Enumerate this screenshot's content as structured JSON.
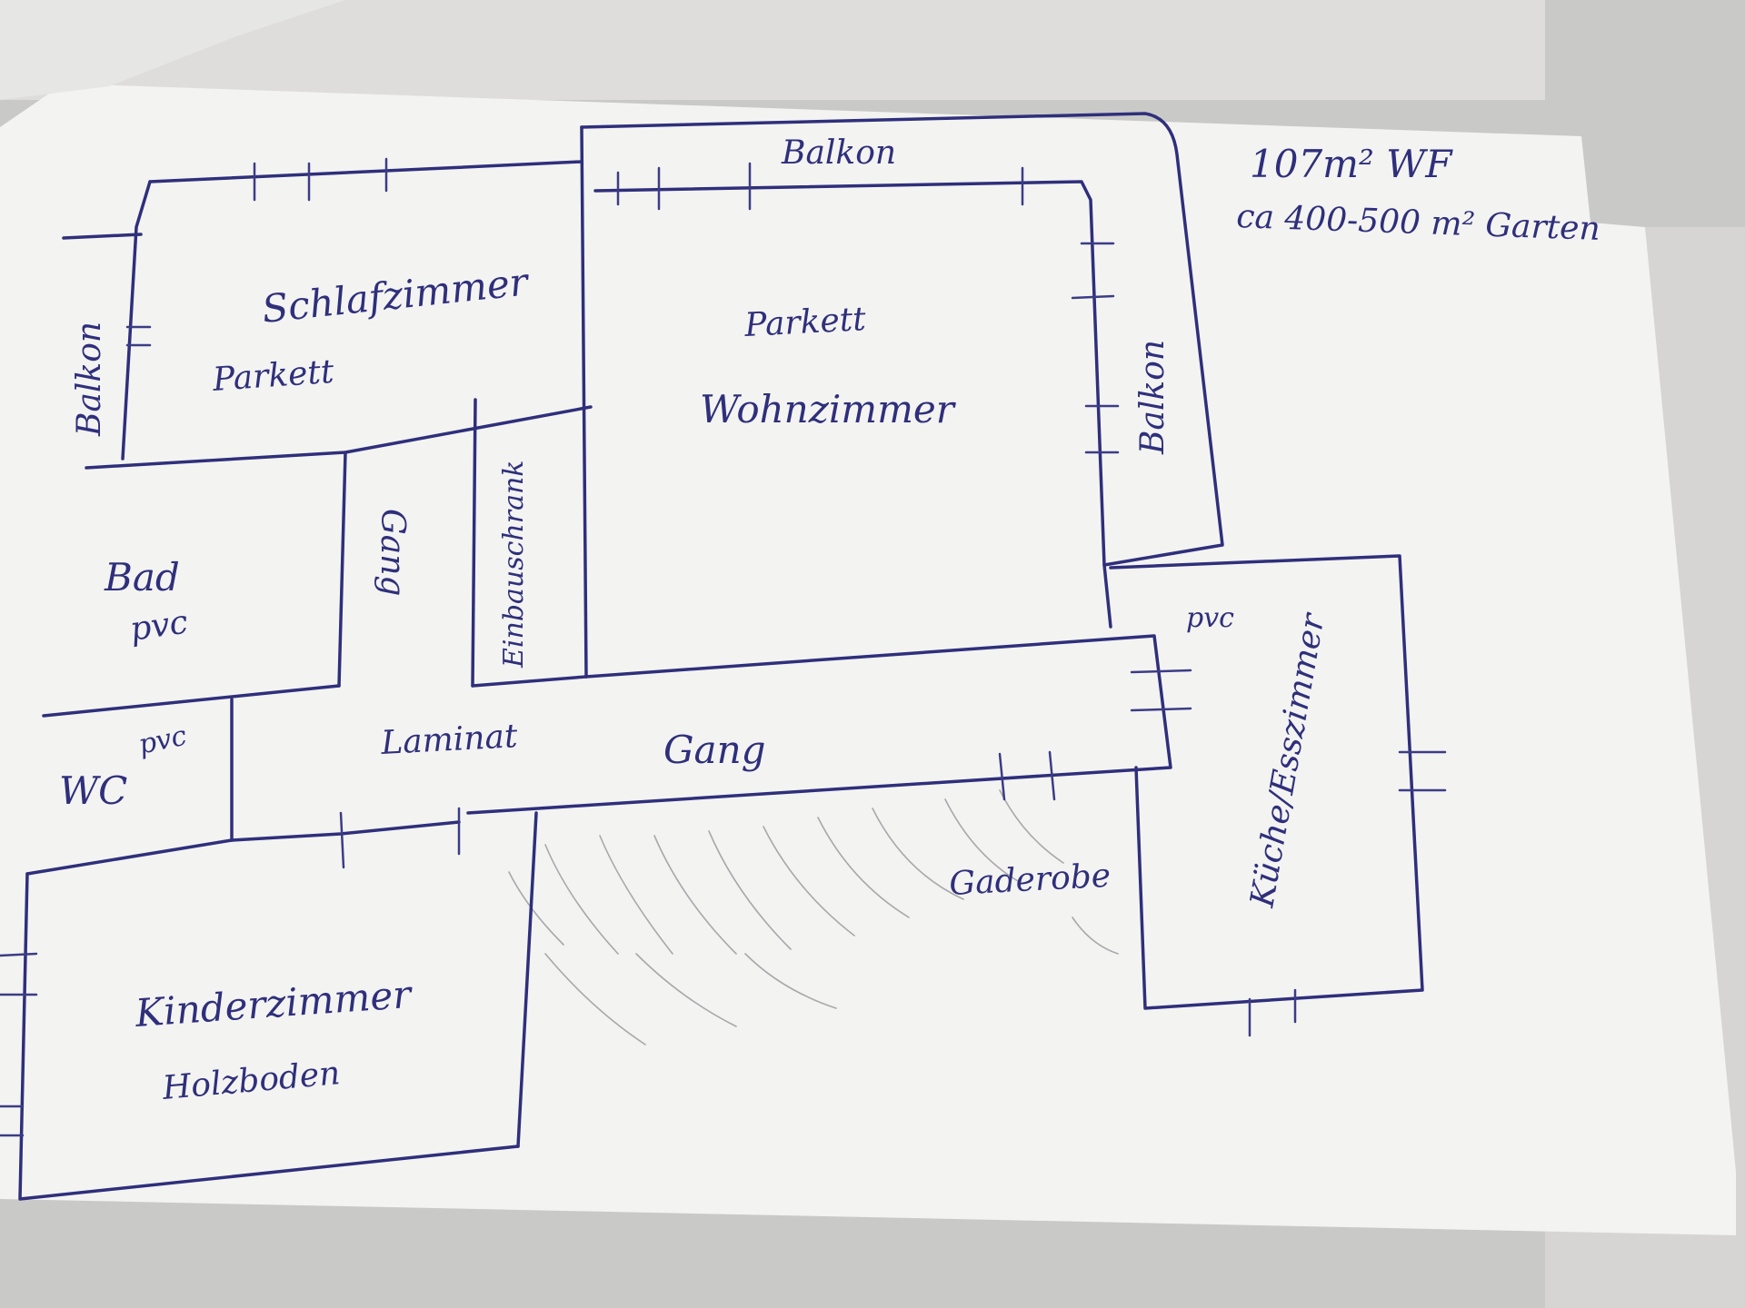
{
  "header": {
    "area": "107m² WF",
    "garden": "ca 400-500 m² Garten"
  },
  "rooms": {
    "balkon_left": "Balkon",
    "schlafzimmer": "Schlafzimmer",
    "schlafzimmer_floor": "Parkett",
    "balkon_top": "Balkon",
    "wohnzimmer_floor": "Parkett",
    "wohnzimmer": "Wohnzimmer",
    "balkon_right": "Balkon",
    "bad": "Bad",
    "bad_floor": "pvc",
    "gang_vertical": "Gang",
    "einbauschrank": "Einbauschrank",
    "wc": "WC",
    "wc_floor": "pvc",
    "laminat": "Laminat",
    "gang_horizontal": "Gang",
    "kueche_floor": "pvc",
    "kueche": "Küche/Esszimmer",
    "gaderobe": "Gaderobe",
    "kinderzimmer": "Kinderzimmer",
    "kinderzimmer_floor": "Holzboden"
  }
}
